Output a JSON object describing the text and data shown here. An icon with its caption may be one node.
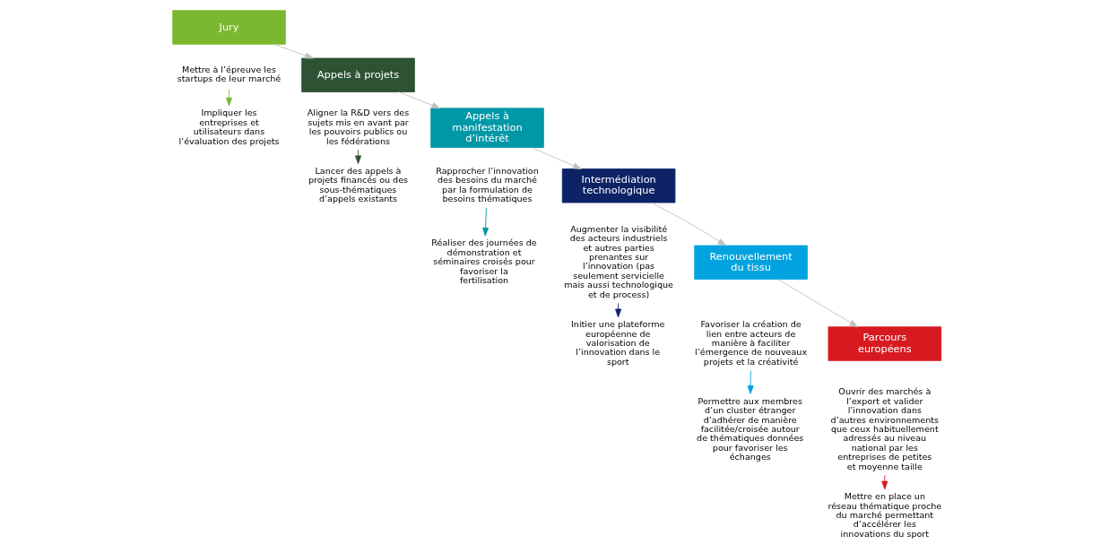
{
  "diagram": {
    "nodes": [
      {
        "text": [
          "Jury"
        ]
      },
      {
        "text": [
          "Mettre à l’épreuve les startups de leur marché"
        ]
      },
      {
        "text": [
          "Impliquer les entreprises et utilisateurs dans l’évaluation des projets"
        ]
      },
      {
        "text": [
          "Appels à projets"
        ]
      },
      {
        "text": [
          "Aligner la R&D vers des sujets mis en avant par les pouvoirs publics ou les fédérations"
        ]
      },
      {
        "text": [
          "Lancer des appels à projets financés ou des sous-thématiques d’appels existants"
        ]
      },
      {
        "text": [
          "Appels à manifestation d’intérêt"
        ]
      },
      {
        "text": [
          "Rapprocher l’innovation des besoins du marché par la formulation de besoins thématiques"
        ]
      },
      {
        "text": [
          "Réaliser des journées de démonstration et séminaires croisés pour favoriser la fertilisation"
        ]
      },
      {
        "text": [
          "Intermédiation technologique"
        ]
      },
      {
        "text": [
          "Augmenter la visibilité des acteurs industriels et autres parties prenantes sur l’innovation (pas seulement servicielle mais aussi technologique et de process)"
        ]
      },
      {
        "text": [
          "Initier une plateforme européenne de valorisation de l’innovation dans le sport"
        ]
      },
      {
        "text": [
          "Renouvellement du tissu"
        ]
      },
      {
        "text": [
          "Favoriser la création de lien entre acteurs de manière à faciliter l’émergence de nouveaux projets et la créativité"
        ]
      },
      {
        "text": [
          "Permettre aux membres d’un cluster étranger d’adhérer de manière facilitée/croisée autour de thématiques données pour favoriser les échanges"
        ]
      },
      {
        "text": [
          "Parcours européens"
        ]
      },
      {
        "text": [
          "Ouvrir des marchés à l’export et valider l’innovation dans d’autres environnements que ceux habituellement adressés au niveau national par les entreprises de petites et moyenne taille"
        ]
      },
      {
        "text": [
          "Mettre en place un réseau thématique proche du marché permettant d’accélérer les innovations du sport"
        ]
      }
    ],
    "edges": [
      {
        "from": 0,
        "to": 3,
        "arrow": "to",
        "color": "#bfbfbf"
      },
      {
        "from": 3,
        "to": 6,
        "arrow": "to",
        "color": "#bfbfbf"
      },
      {
        "from": 6,
        "to": 9,
        "arrow": "to",
        "color": "#bfbfbf"
      },
      {
        "from": 9,
        "to": 12,
        "arrow": "to",
        "color": "#bfbfbf"
      },
      {
        "from": 12,
        "to": 15,
        "arrow": "to",
        "color": "#bfbfbf"
      },
      {
        "from": 1,
        "to": 2,
        "arrow": "to",
        "color": "#7cb82f"
      },
      {
        "from": 4,
        "to": 5,
        "arrow": "to",
        "color": "#2d5234"
      },
      {
        "from": 7,
        "to": 8,
        "arrow": "to",
        "color": "#0097a7"
      },
      {
        "from": 10,
        "to": 11,
        "arrow": "to",
        "color": "#0d2366"
      },
      {
        "from": 13,
        "to": 14,
        "arrow": "to",
        "color": "#00a3e0"
      },
      {
        "from": 16,
        "to": 17,
        "arrow": "to",
        "color": "#d71920"
      }
    ]
  }
}
